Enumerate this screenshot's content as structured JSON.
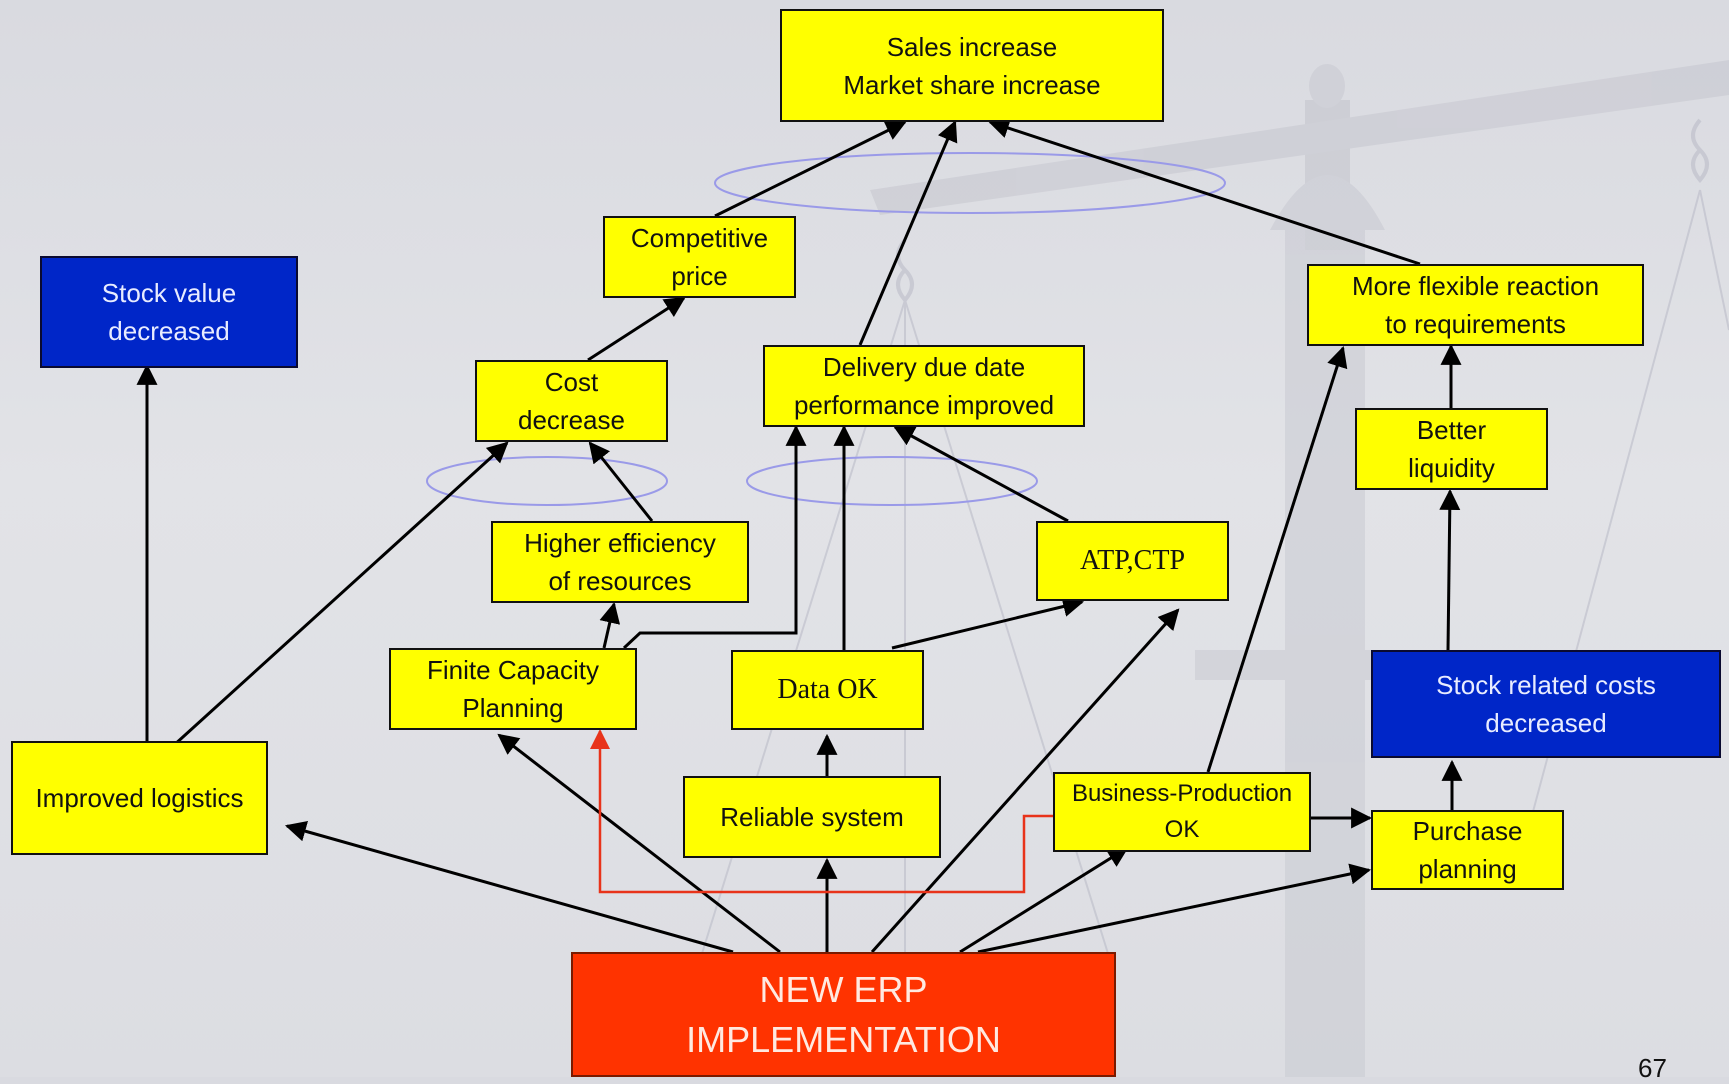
{
  "colors": {
    "node_fill": "#ffff00",
    "highlight_fill": "#0026c8",
    "root_fill": "#ff3300",
    "arrow": "#000000",
    "red_arrow": "#e8331a",
    "ellipse": "#9a9ae8"
  },
  "nodes": {
    "sales_increase": {
      "line1": "Sales increase",
      "line2": "Market share increase"
    },
    "competitive_price": {
      "line1": "Competitive",
      "line2": "price"
    },
    "stock_value_decreased": {
      "line1": "Stock value",
      "line2": "decreased"
    },
    "cost_decrease": {
      "line1": "Cost",
      "line2": "decrease"
    },
    "delivery_due_date": {
      "line1": "Delivery due date",
      "line2": "performance improved"
    },
    "more_flexible_reaction": {
      "line1": "More flexible reaction",
      "line2": "to requirements"
    },
    "better_liquidity": {
      "line1": "Better",
      "line2": "liquidity"
    },
    "higher_efficiency": {
      "line1": "Higher efficiency",
      "line2": "of resources"
    },
    "atp_ctp": {
      "line1": "ATP,CTP"
    },
    "finite_capacity": {
      "line1": "Finite Capacity",
      "line2": "Planning"
    },
    "data_ok": {
      "line1": "Data OK"
    },
    "stock_related_costs": {
      "line1": "Stock related costs",
      "line2": "decreased"
    },
    "improved_logistics": {
      "line1": "Improved logistics"
    },
    "reliable_system": {
      "line1": "Reliable system"
    },
    "business_production": {
      "line1": "Business-Production",
      "line2": "OK"
    },
    "purchase_planning": {
      "line1": "Purchase",
      "line2": "planning"
    },
    "new_erp": {
      "line1": "NEW ERP",
      "line2": "IMPLEMENTATION"
    }
  },
  "page_number": "67"
}
